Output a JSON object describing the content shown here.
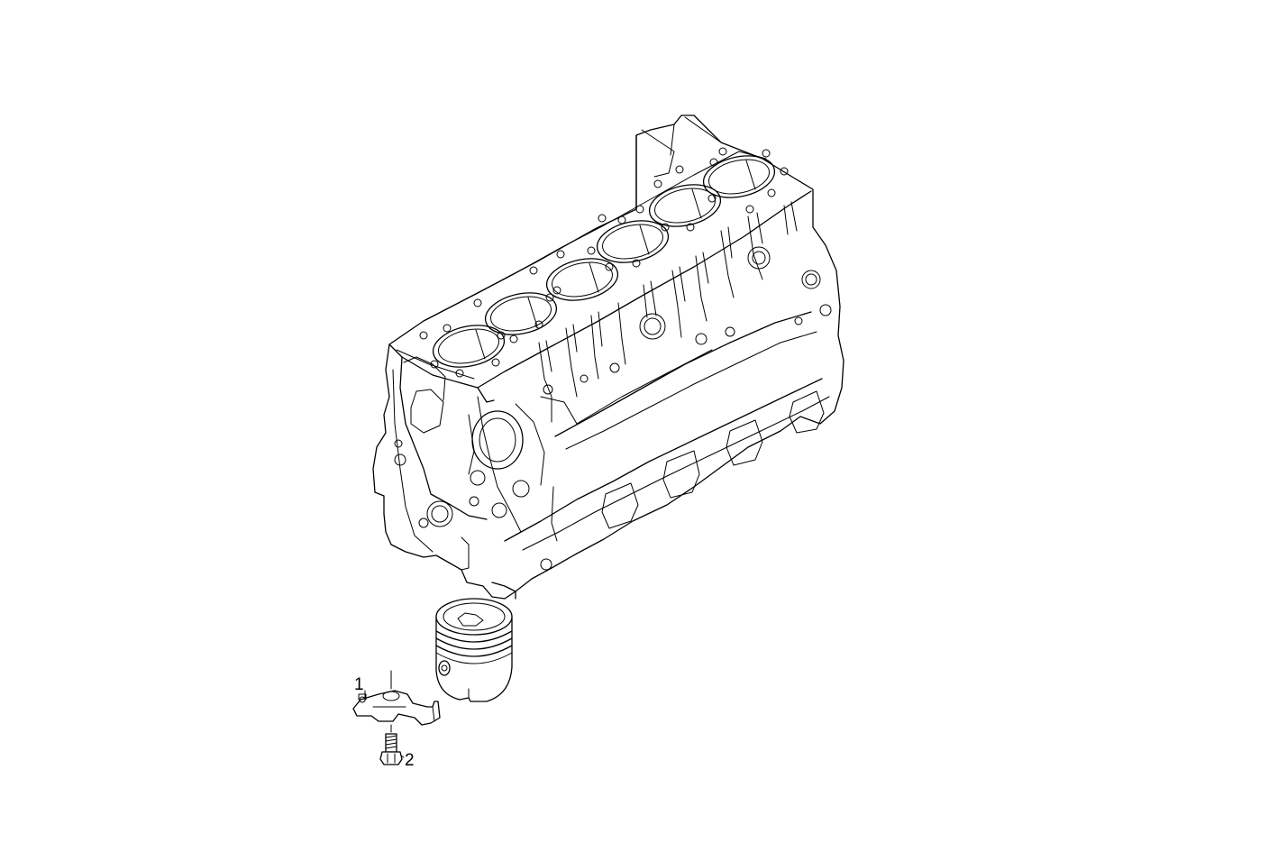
{
  "diagram": {
    "callouts": [
      {
        "id": "1",
        "label": "1"
      },
      {
        "id": "2",
        "label": "2"
      }
    ],
    "parts": [
      "cylinder-block",
      "piston",
      "oil-jet-bracket",
      "bolt"
    ]
  }
}
